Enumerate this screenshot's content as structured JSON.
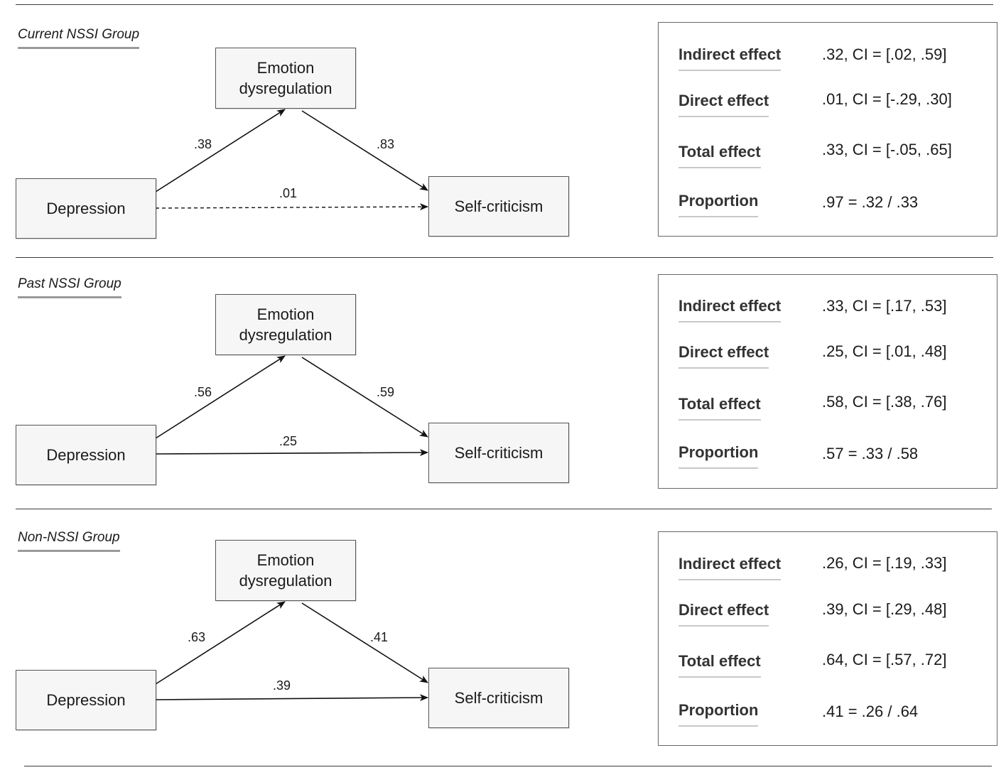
{
  "nodes": {
    "mediator": "Emotion\ndysregulation",
    "predictor": "Depression",
    "outcome": "Self-criticism"
  },
  "effect_labels": {
    "indirect": "Indirect effect",
    "direct": "Direct effect",
    "total": "Total effect",
    "proportion": "Proportion"
  },
  "groups": [
    {
      "label": "Current NSSI Group",
      "paths": {
        "a": ".38",
        "b": ".83",
        "c": ".01"
      },
      "direct_path_style": "dashed",
      "effects": {
        "indirect": ".32, CI = [.02, .59]",
        "direct": ".01, CI = [-.29, .30]",
        "total": ".33, CI = [-.05, .65]",
        "proportion": ".97 = .32 / .33"
      }
    },
    {
      "label": "Past NSSI Group",
      "paths": {
        "a": ".56",
        "b": ".59",
        "c": ".25"
      },
      "direct_path_style": "solid",
      "effects": {
        "indirect": ".33, CI = [.17, .53]",
        "direct": ".25, CI = [.01, .48]",
        "total": ".58, CI = [.38, .76]",
        "proportion": ".57 = .33 / .58"
      }
    },
    {
      "label": "Non-NSSI Group",
      "paths": {
        "a": ".63",
        "b": ".41",
        "c": ".39"
      },
      "direct_path_style": "solid",
      "effects": {
        "indirect": ".26, CI = [.19, .33]",
        "direct": ".39, CI = [.29, .48]",
        "total": ".64, CI = [.57, .72]",
        "proportion": ".41 = .26 / .64"
      }
    }
  ]
}
